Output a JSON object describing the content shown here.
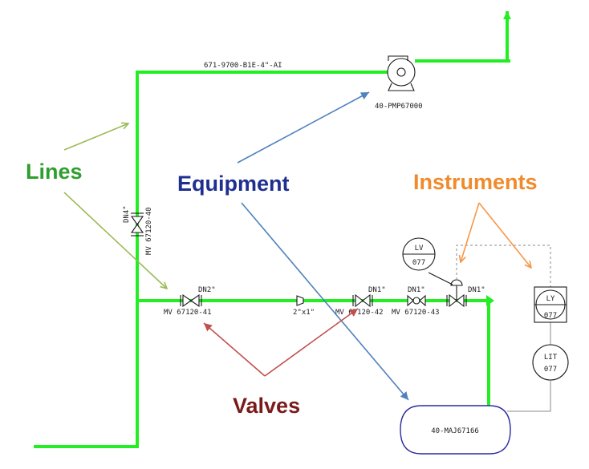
{
  "colors": {
    "pipe": "#22ee22",
    "lines": "#2e9e2e",
    "equipment": "#1f2f8f",
    "instruments": "#f08a2a",
    "valves": "#7a1a1a",
    "line_arrows": "#9bbb59",
    "equipment_arrows": "#4f81bd",
    "instrument_arrows": "#f79646",
    "valve_arrows": "#c0504d",
    "vessel": "#2a2aa0"
  },
  "categories": {
    "lines": "Lines",
    "equipment": "Equipment",
    "instruments": "Instruments",
    "valves": "Valves"
  },
  "labels": {
    "pipe_line": "671-9700-B1E-4\"-AI",
    "pump": "40-PMP67000",
    "vessel": "40-MAJ67166",
    "dn4": "DN4\"",
    "mv40": "MV 67120-40",
    "dn2": "DN2\"",
    "mv41": "MV 67120-41",
    "reducer": "2\"x1\"",
    "dn1_a": "DN1\"",
    "mv42": "MV 67120-42",
    "mv43": "MV 67120-43",
    "dn1_b": "DN1\"",
    "dn1_c": "DN1\"",
    "lv": "LV",
    "lv_num": "077",
    "ly": "LY",
    "ly_num": "077",
    "lit": "LIT",
    "lit_num": "077"
  }
}
